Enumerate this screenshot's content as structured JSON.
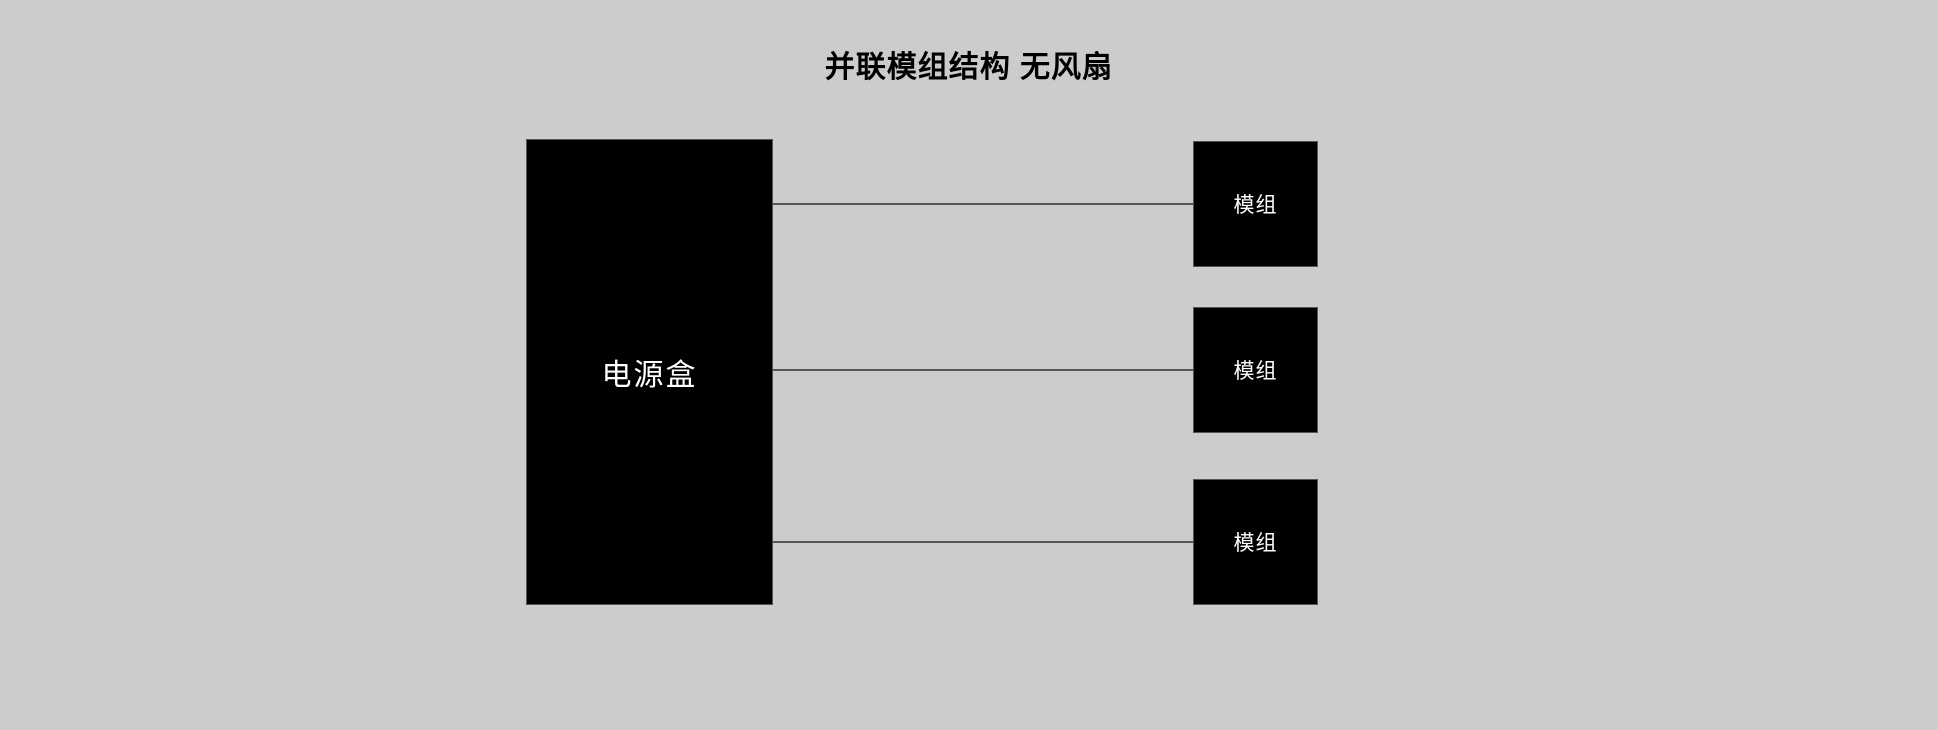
{
  "title": "并联模组结构 无风扇",
  "colors": {
    "background": "#cccccc",
    "box_fill": "#000000",
    "box_border": "#555555",
    "box_text": "#ffffff",
    "title_text": "#000000",
    "connector": "#555555"
  },
  "diagram": {
    "type": "block-diagram",
    "power_box": {
      "label": "电源盒"
    },
    "modules": [
      {
        "label": "模组"
      },
      {
        "label": "模组"
      },
      {
        "label": "模组"
      }
    ],
    "connections": [
      {
        "from": "电源盒",
        "to": "模组 1"
      },
      {
        "from": "电源盒",
        "to": "模组 2"
      },
      {
        "from": "电源盒",
        "to": "模组 3"
      }
    ]
  }
}
